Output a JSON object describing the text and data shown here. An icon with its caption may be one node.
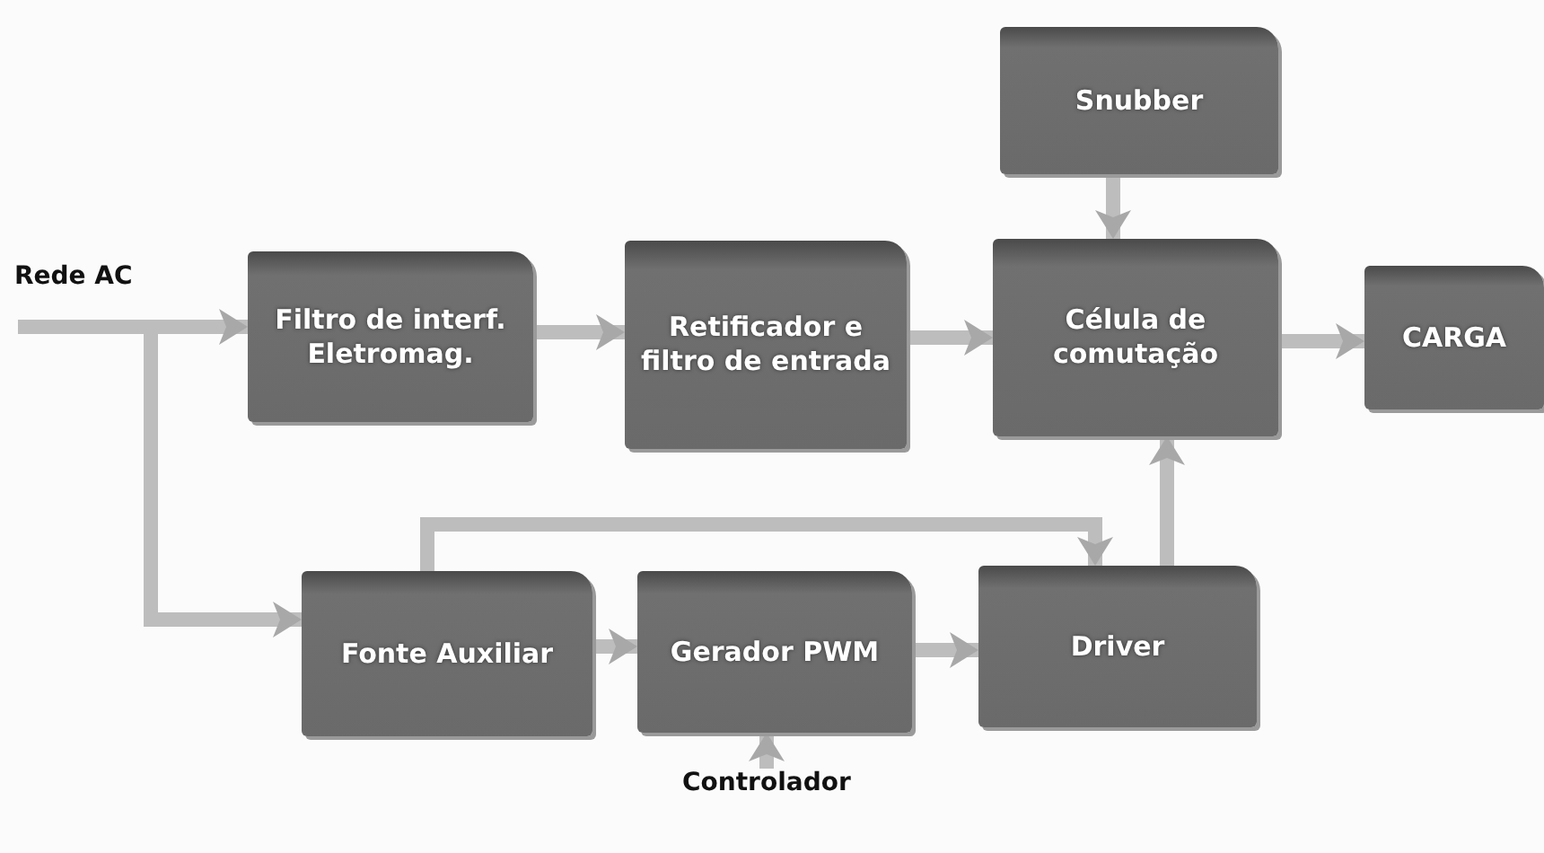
{
  "diagram": {
    "nodes": [
      {
        "text": [
          "Rede AC"
        ]
      },
      {
        "text": [
          "Filtro de interf. Eletromag."
        ]
      },
      {
        "text": [
          "Retificador e filtro de entrada"
        ]
      },
      {
        "text": [
          "Snubber"
        ]
      },
      {
        "text": [
          "Célula de comutação"
        ]
      },
      {
        "text": [
          "CARGA"
        ]
      },
      {
        "text": [
          "Fonte Auxiliar"
        ]
      },
      {
        "text": [
          "Gerador PWM"
        ]
      },
      {
        "text": [
          "Driver"
        ]
      },
      {
        "text": [
          "Controlador"
        ]
      }
    ],
    "edges": [
      {
        "from": 0,
        "to": 1,
        "arrow": "to"
      },
      {
        "from": 1,
        "to": 2,
        "arrow": "to"
      },
      {
        "from": 2,
        "to": 4,
        "arrow": "to"
      },
      {
        "from": 3,
        "to": 4,
        "arrow": "to"
      },
      {
        "from": 4,
        "to": 5,
        "arrow": "to"
      },
      {
        "from": 0,
        "to": 6,
        "arrow": "to"
      },
      {
        "from": 6,
        "to": 7,
        "arrow": "to"
      },
      {
        "from": 7,
        "to": 8,
        "arrow": "to"
      },
      {
        "from": 6,
        "to": 8,
        "arrow": "to"
      },
      {
        "from": 8,
        "to": 4,
        "arrow": "to"
      },
      {
        "from": 9,
        "to": 7,
        "arrow": "to"
      }
    ]
  }
}
